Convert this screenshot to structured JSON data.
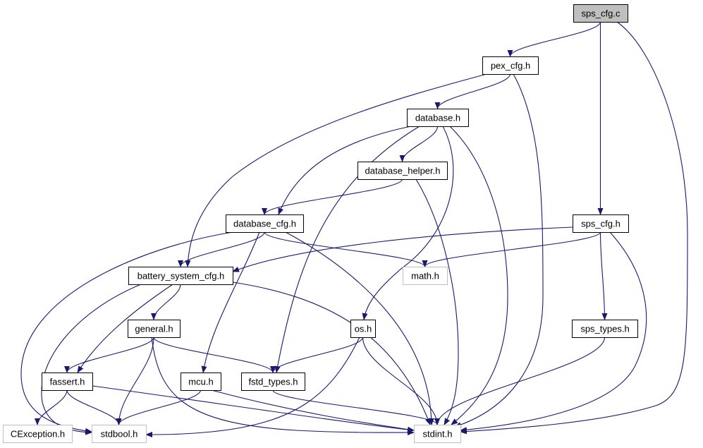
{
  "graph": {
    "edge_color": "#191970",
    "root_fill": "#bfbfbf",
    "external_border": "#bfbfbf",
    "nodes": [
      {
        "id": "sps_cfg_c",
        "label": "sps_cfg.c",
        "kind": "root"
      },
      {
        "id": "pex_cfg_h",
        "label": "pex_cfg.h",
        "kind": "file"
      },
      {
        "id": "database_h",
        "label": "database.h",
        "kind": "file"
      },
      {
        "id": "database_helper_h",
        "label": "database_helper.h",
        "kind": "file"
      },
      {
        "id": "database_cfg_h",
        "label": "database_cfg.h",
        "kind": "file"
      },
      {
        "id": "sps_cfg_h",
        "label": "sps_cfg.h",
        "kind": "file"
      },
      {
        "id": "battery_system_cfg_h",
        "label": "battery_system_cfg.h",
        "kind": "file"
      },
      {
        "id": "math_h",
        "label": "math.h",
        "kind": "external"
      },
      {
        "id": "general_h",
        "label": "general.h",
        "kind": "file"
      },
      {
        "id": "os_h",
        "label": "os.h",
        "kind": "file"
      },
      {
        "id": "sps_types_h",
        "label": "sps_types.h",
        "kind": "file"
      },
      {
        "id": "fassert_h",
        "label": "fassert.h",
        "kind": "file"
      },
      {
        "id": "mcu_h",
        "label": "mcu.h",
        "kind": "file"
      },
      {
        "id": "fstd_types_h",
        "label": "fstd_types.h",
        "kind": "file"
      },
      {
        "id": "CException_h",
        "label": "CException.h",
        "kind": "external"
      },
      {
        "id": "stdbool_h",
        "label": "stdbool.h",
        "kind": "external"
      },
      {
        "id": "stdint_h",
        "label": "stdint.h",
        "kind": "external"
      }
    ],
    "edges": [
      [
        "sps_cfg_c",
        "pex_cfg_h"
      ],
      [
        "sps_cfg_c",
        "sps_cfg_h"
      ],
      [
        "sps_cfg_c",
        "stdint_h"
      ],
      [
        "pex_cfg_h",
        "database_h"
      ],
      [
        "pex_cfg_h",
        "battery_system_cfg_h"
      ],
      [
        "pex_cfg_h",
        "stdint_h"
      ],
      [
        "database_h",
        "database_helper_h"
      ],
      [
        "database_h",
        "database_cfg_h"
      ],
      [
        "database_h",
        "fstd_types_h"
      ],
      [
        "database_h",
        "os_h"
      ],
      [
        "database_h",
        "stdint_h"
      ],
      [
        "database_helper_h",
        "database_cfg_h"
      ],
      [
        "database_helper_h",
        "stdint_h"
      ],
      [
        "database_cfg_h",
        "battery_system_cfg_h"
      ],
      [
        "database_cfg_h",
        "math_h"
      ],
      [
        "database_cfg_h",
        "mcu_h"
      ],
      [
        "database_cfg_h",
        "stdbool_h"
      ],
      [
        "database_cfg_h",
        "stdint_h"
      ],
      [
        "sps_cfg_h",
        "battery_system_cfg_h"
      ],
      [
        "sps_cfg_h",
        "math_h"
      ],
      [
        "sps_cfg_h",
        "sps_types_h"
      ],
      [
        "sps_cfg_h",
        "stdint_h"
      ],
      [
        "battery_system_cfg_h",
        "general_h"
      ],
      [
        "battery_system_cfg_h",
        "fassert_h"
      ],
      [
        "battery_system_cfg_h",
        "stdbool_h"
      ],
      [
        "battery_system_cfg_h",
        "stdint_h"
      ],
      [
        "general_h",
        "fassert_h"
      ],
      [
        "general_h",
        "fstd_types_h"
      ],
      [
        "general_h",
        "stdbool_h"
      ],
      [
        "general_h",
        "stdint_h"
      ],
      [
        "os_h",
        "fstd_types_h"
      ],
      [
        "os_h",
        "stdbool_h"
      ],
      [
        "os_h",
        "stdint_h"
      ],
      [
        "sps_types_h",
        "stdint_h"
      ],
      [
        "fassert_h",
        "CException_h"
      ],
      [
        "fassert_h",
        "stdbool_h"
      ],
      [
        "fassert_h",
        "stdint_h"
      ],
      [
        "mcu_h",
        "stdbool_h"
      ],
      [
        "mcu_h",
        "stdint_h"
      ],
      [
        "fstd_types_h",
        "stdint_h"
      ]
    ]
  }
}
